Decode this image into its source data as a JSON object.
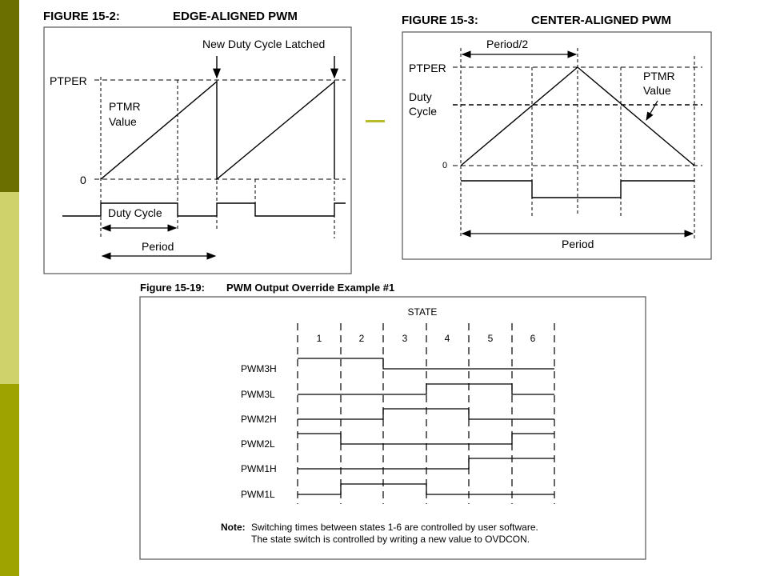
{
  "colors": {
    "bar_top": "#6b6f00",
    "bar_mid": "#cfd16a",
    "bar_bottom": "#9ea300",
    "accent": "#b8ba2a",
    "ink": "#000000"
  },
  "fig_edge": {
    "number": "FIGURE 15-2:",
    "title": "EDGE-ALIGNED PWM",
    "labels": {
      "latched": "New Duty Cycle Latched",
      "ptper": "PTPER",
      "ptmr": "PTMR",
      "value": "Value",
      "zero": "0",
      "duty_cycle": "Duty Cycle",
      "period": "Period"
    }
  },
  "fig_center": {
    "number": "FIGURE 15-3:",
    "title": "CENTER-ALIGNED PWM",
    "labels": {
      "half_period": "Period/2",
      "ptper": "PTPER",
      "duty": "Duty",
      "cycle": "Cycle",
      "ptmr": "PTMR",
      "value": "Value",
      "zero": "0",
      "period": "Period"
    }
  },
  "fig_override": {
    "number": "Figure 15-19:",
    "title": "PWM Output Override Example #1",
    "state_label": "STATE",
    "states": [
      "1",
      "2",
      "3",
      "4",
      "5",
      "6"
    ],
    "signals": [
      {
        "name": "PWM3H",
        "levels": [
          1,
          1,
          0,
          0,
          0,
          0
        ]
      },
      {
        "name": "PWM3L",
        "levels": [
          0,
          0,
          0,
          1,
          1,
          0
        ]
      },
      {
        "name": "PWM2H",
        "levels": [
          0,
          0,
          1,
          1,
          0,
          0
        ]
      },
      {
        "name": "PWM2L",
        "levels": [
          1,
          0,
          0,
          0,
          0,
          1
        ]
      },
      {
        "name": "PWM1H",
        "levels": [
          0,
          0,
          0,
          0,
          1,
          1
        ]
      },
      {
        "name": "PWM1L",
        "levels": [
          0,
          1,
          1,
          0,
          0,
          0
        ]
      }
    ],
    "note_label": "Note:",
    "note_line1": "Switching times between states 1-6 are controlled by user software.",
    "note_line2": "The state switch is controlled by writing a new value to OVDCON."
  }
}
